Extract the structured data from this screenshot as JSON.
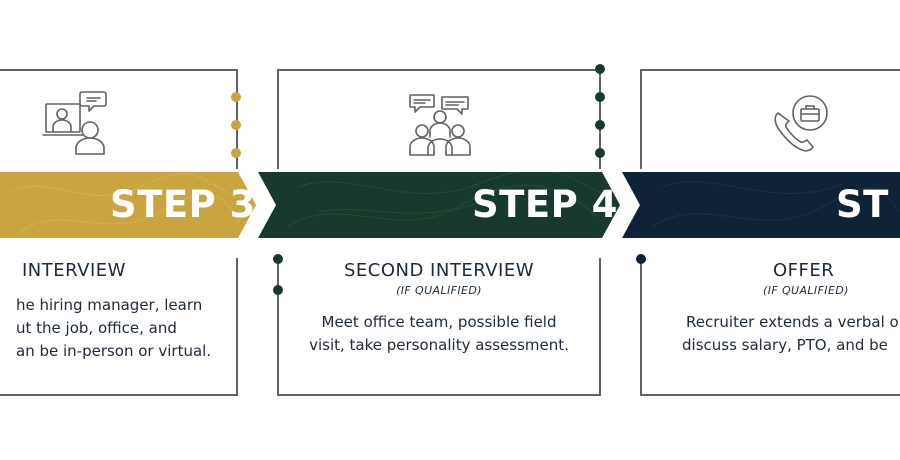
{
  "colors": {
    "gold": "#c9a43f",
    "green": "#173a2c",
    "navy": "#0f2338",
    "frame": "#5f6266",
    "text": "#1c2a3a"
  },
  "steps": [
    {
      "label": "STEP 3",
      "title": "INTERVIEW",
      "description": [
        "he hiring manager, learn",
        "ut the job, office, and",
        "an be in-person or virtual."
      ],
      "icon": "video-call-icon"
    },
    {
      "label": "STEP 4",
      "title": "SECOND INTERVIEW",
      "subtitle": "(IF QUALIFIED)",
      "description": [
        "Meet office team, possible field",
        "visit, take personality assessment."
      ],
      "icon": "group-discussion-icon"
    },
    {
      "label": "ST",
      "title": "OFFER",
      "subtitle": "(IF QUALIFIED)",
      "description": [
        "Recruiter extends a verbal o",
        "discuss salary, PTO, and be"
      ],
      "icon": "phone-briefcase-icon"
    }
  ]
}
